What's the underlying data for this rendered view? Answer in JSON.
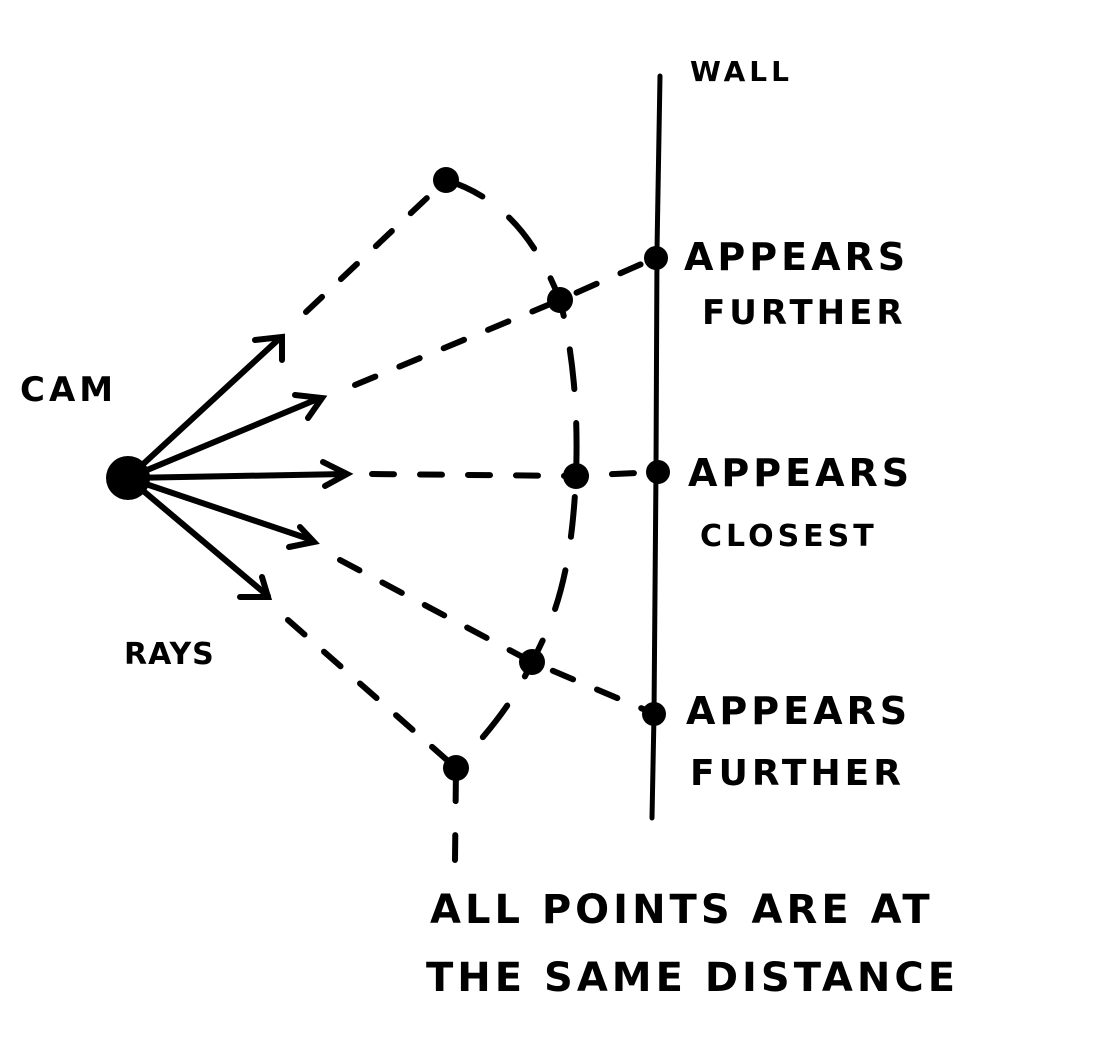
{
  "diagram": {
    "labels": {
      "wall": "WALL",
      "cam": "CAM",
      "rays": "RAYS",
      "top_wall_point_line1": "APPEARS",
      "top_wall_point_line2": "FURTHER",
      "mid_wall_point_line1": "APPEARS",
      "mid_wall_point_line2": "CLOSEST",
      "bottom_wall_point_line1": "APPEARS",
      "bottom_wall_point_line2": "FURTHER",
      "caption_line1": "ALL POINTS ARE AT",
      "caption_line2": "THE SAME DISTANCE"
    },
    "colors": {
      "ink": "#000000",
      "background": "#ffffff"
    },
    "ray_count": 5,
    "equidistant_point_count": 5,
    "wall_intersection_count": 3
  }
}
